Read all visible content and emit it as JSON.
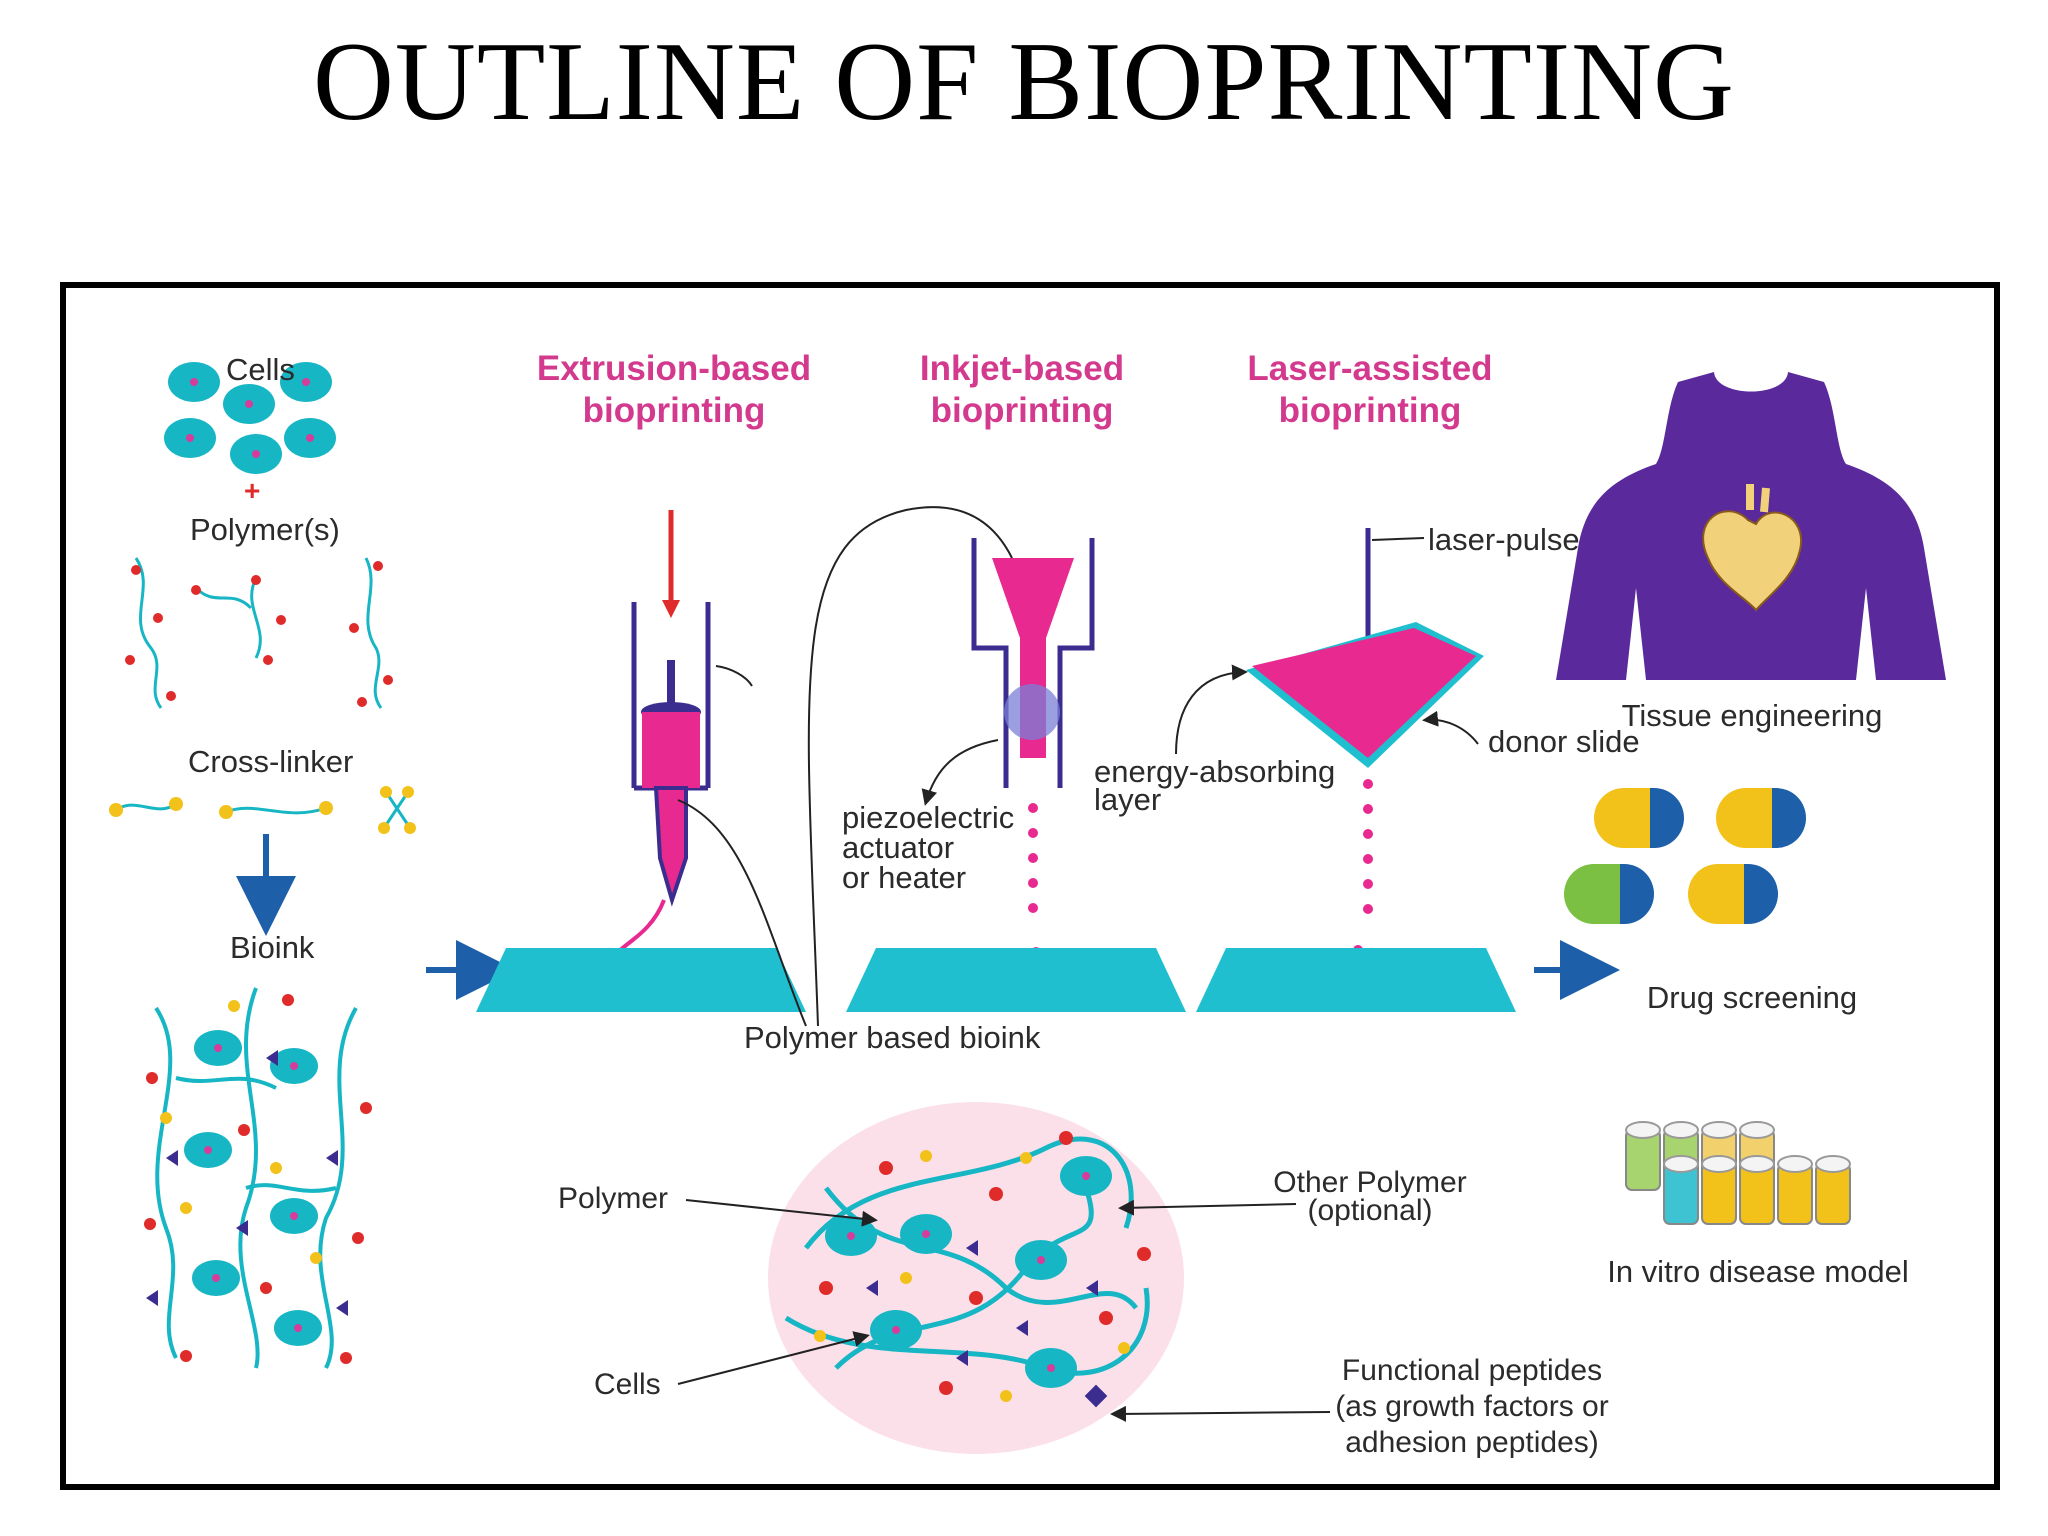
{
  "title": "OUTLINE OF BIOPRINTING",
  "colors": {
    "cell": "#17b6c4",
    "nucleus": "#d63c9a",
    "magenta": "#e8298f",
    "heading": "#d33a8e",
    "arrow_blue": "#1d5fa8",
    "arrow_red": "#e02b2b",
    "plate": "#1fbfcf",
    "purple": "#5a2a9c",
    "crosslinker": "#f2c21b"
  },
  "left": {
    "cells": "Cells",
    "plus": "+",
    "polymers": "Polymer(s)",
    "crosslinker": "Cross-linker",
    "bioink": "Bioink"
  },
  "methods": {
    "extrusion": [
      "Extrusion-based",
      "bioprinting"
    ],
    "inkjet": [
      "Inkjet-based",
      "bioprinting"
    ],
    "laser": [
      "Laser-assisted",
      "bioprinting"
    ]
  },
  "labels": {
    "piezo": [
      "piezoelectric",
      "actuator",
      "or heater"
    ],
    "laser_pulse": "laser-pulse",
    "energy_layer": [
      "energy-absorbing",
      "layer"
    ],
    "donor_slide": "donor slide",
    "polymer_bioink": "Polymer based bioink"
  },
  "bottom": {
    "polymer": "Polymer",
    "cells": "Cells",
    "other_polymer": [
      "Other Polymer",
      "(optional)"
    ],
    "functional_peptides": [
      "Functional peptides",
      "(as growth factors or",
      "adhesion peptides)"
    ]
  },
  "applications": {
    "tissue": "Tissue engineering",
    "drug": "Drug screening",
    "vitro": "In vitro disease model"
  },
  "icons": [
    "heart-icon",
    "torso-icon",
    "capsule-icon",
    "vial-icon",
    "cell-icon"
  ]
}
